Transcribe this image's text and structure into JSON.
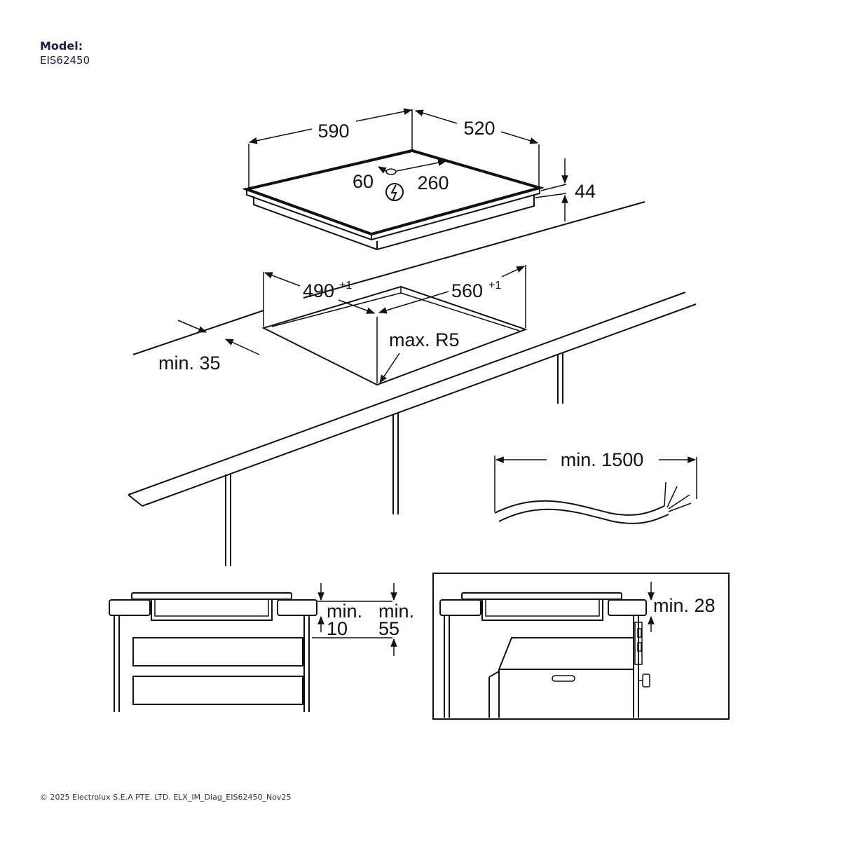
{
  "header": {
    "model_label": "Model:",
    "model_value": "EIS62450"
  },
  "dims": {
    "width_590": "590",
    "depth_520": "520",
    "offset_60": "60",
    "offset_260": "260",
    "height_44": "44",
    "cut_490": "490",
    "cut_560": "560",
    "tolerance": "+1",
    "radius": "max. R5",
    "front_min35": "min. 35",
    "cable_min1500": "min. 1500",
    "gap_min": "min.",
    "gap_10": "10",
    "gap_55": "55",
    "oven_min28": "min. 28"
  },
  "icons": {
    "power": "power-connection-icon"
  },
  "footer": {
    "copyright": "© 2025 Electrolux S.E.A PTE. LTD. ELX_IM_Diag_EIS62450_Nov25"
  }
}
